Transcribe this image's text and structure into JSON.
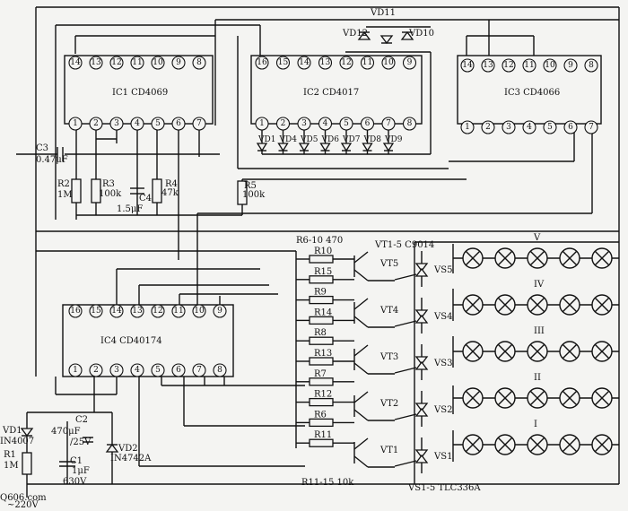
{
  "chips": [
    {
      "name": "IC1",
      "label": "IC1  CD4069",
      "top_pins": [
        "14",
        "13",
        "12",
        "11",
        "10",
        "9",
        "8"
      ],
      "bottom_pins": [
        "1",
        "2",
        "3",
        "4",
        "5",
        "6",
        "7"
      ]
    },
    {
      "name": "IC2",
      "label": "IC2  CD4017",
      "top_pins": [
        "16",
        "15",
        "14",
        "13",
        "12",
        "11",
        "10",
        "9"
      ],
      "bottom_pins": [
        "1",
        "2",
        "3",
        "4",
        "5",
        "6",
        "7",
        "8"
      ]
    },
    {
      "name": "IC3",
      "label": "IC3  CD4066",
      "top_pins": [
        "14",
        "13",
        "12",
        "11",
        "10",
        "9",
        "8"
      ],
      "bottom_pins": [
        "1",
        "2",
        "3",
        "4",
        "5",
        "6",
        "7"
      ]
    },
    {
      "name": "IC4",
      "label": "IC4  CD40174",
      "top_pins": [
        "16",
        "15",
        "14",
        "13",
        "12",
        "11",
        "10",
        "9"
      ],
      "bottom_pins": [
        "1",
        "2",
        "3",
        "4",
        "5",
        "6",
        "7",
        "8"
      ]
    }
  ],
  "labels": {
    "c3": "C3",
    "c3_val": "0.47μF",
    "r2": "R2",
    "r2_val": "1M",
    "r3": "R3",
    "r3_val": "100k",
    "c4": "C4",
    "c4_val": "1.5μF",
    "r4": "R4",
    "r4_val": "47k",
    "r5": "R5",
    "r5_val": "100k",
    "vd11": "VD11",
    "vd12": "VD12",
    "vd10": "VD10",
    "diodes_row": [
      "VD1",
      "VD4",
      "VD5",
      "VD6",
      "VD7",
      "VD8",
      "VD9"
    ],
    "r6_10": "R6-10  470",
    "vt1_5": "VT1-5  C9014",
    "resistors": [
      "R10",
      "R15",
      "R9",
      "R14",
      "R8",
      "R13",
      "R7",
      "R12",
      "R6",
      "R11"
    ],
    "r11_15": "R11-15  10k",
    "transistors": [
      "VT5",
      "VT4",
      "VT3",
      "VT2",
      "VT1"
    ],
    "triacs": [
      "VS5",
      "VS4",
      "VS3",
      "VS2",
      "VS1"
    ],
    "vs1_5": "VS1-5  TLC336A",
    "rows": [
      "V",
      "IV",
      "III",
      "II",
      "I"
    ],
    "vd1": "VD1",
    "vd1_val": "IN4007",
    "c2": "C2",
    "c2_val": "470μF",
    "c2_v": "/25V",
    "vd2": "VD2",
    "vd2_val": "IN4742A",
    "r1": "R1",
    "r1_val": "1M",
    "c1": "C1",
    "c1_val": "1μF",
    "c1_v": "630V",
    "mains": "~220V",
    "watermark": "Q606.com"
  }
}
